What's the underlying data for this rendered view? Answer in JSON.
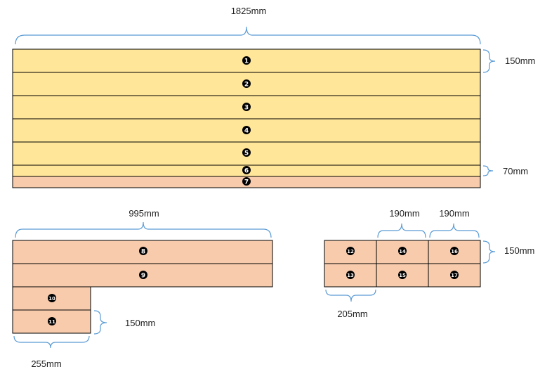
{
  "colors": {
    "yellow_plank": "#ffe699",
    "orange_plank": "#f8cbad",
    "outline": "#000000",
    "brace": "#5b9bd5",
    "marker": "#000000"
  },
  "dimensions": {
    "top_width": "1825mm",
    "top_plank_height": "150mm",
    "thin_plank_height": "70mm",
    "mid_width": "995mm",
    "small_plank_height": "150mm",
    "small_width": "255mm",
    "grid_col_width_1": "190mm",
    "grid_col_width_2": "190mm",
    "grid_row_height": "150mm",
    "grid_first_col_width": "205mm"
  },
  "planks": [
    {
      "label": "❶",
      "color": "yellow"
    },
    {
      "label": "❷",
      "color": "yellow"
    },
    {
      "label": "❸",
      "color": "yellow"
    },
    {
      "label": "❹",
      "color": "yellow"
    },
    {
      "label": "❺",
      "color": "yellow"
    },
    {
      "label": "❻",
      "color": "yellow"
    },
    {
      "label": "❼",
      "color": "orange"
    },
    {
      "label": "❽",
      "color": "orange"
    },
    {
      "label": "❾",
      "color": "orange"
    },
    {
      "label": "❿",
      "color": "orange"
    },
    {
      "label": "⓫",
      "color": "orange"
    },
    {
      "label": "⓬",
      "color": "orange"
    },
    {
      "label": "⓭",
      "color": "orange"
    },
    {
      "label": "⓮",
      "color": "orange"
    },
    {
      "label": "⓯",
      "color": "orange"
    },
    {
      "label": "⓰",
      "color": "orange"
    },
    {
      "label": "⓱",
      "color": "orange"
    }
  ]
}
